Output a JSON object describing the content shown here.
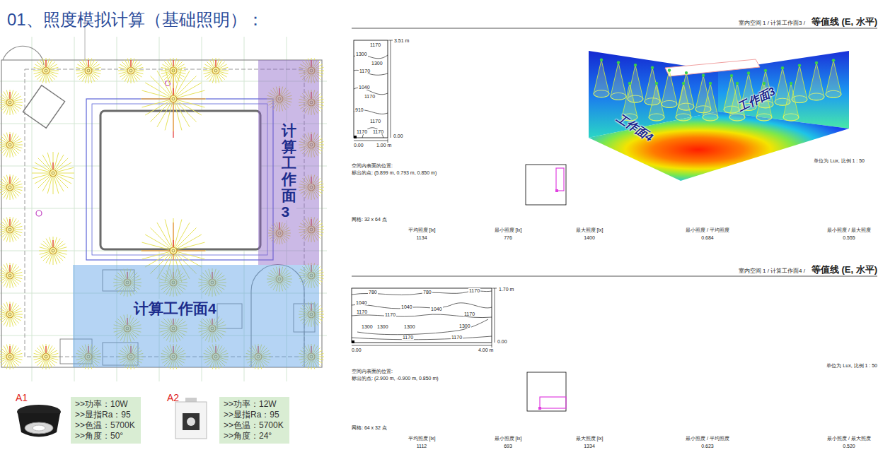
{
  "diagram": {
    "title": "01、照度模拟计算（基础照明）：",
    "nodes": [
      {
        "text": [
          "计算工作面3"
        ]
      },
      {
        "text": [
          "计算工作面4"
        ]
      },
      {
        "text": [
          "A1",
          ">>功率：10W",
          ">>显指Ra：95",
          ">>色温：5700K",
          ">>角度：50°"
        ]
      },
      {
        "text": [
          "A2",
          ">>功率：12W",
          ">>显指Ra：95",
          ">>色温：5700K",
          ">>角度：24°"
        ]
      }
    ],
    "labels": [
      "室内空间 1 / 计算工作面3 /",
      "等值线 (E, 水平)",
      "1170",
      "1300",
      "1300",
      "1170",
      "1040",
      "1170",
      "910",
      "1170",
      "1170",
      "1170",
      "3.51 m",
      "0.00",
      "0.00",
      "1.00 m",
      "空间内表面的位置:",
      "标出的点: (5.899 m, 0.793 m, 0.850 m)",
      "工作面4",
      "工作面3",
      "单位为 Lux, 比例 1 : 50",
      "网格: 32 x 64 点",
      "平均照度 [lx]",
      "1134",
      "最小照度 [lx]",
      "776",
      "最大照度 [lx]",
      "1400",
      "最小照度 / 平均照度",
      "0.684",
      "最小照度 / 最大照度",
      "0.555",
      "室内空间 1 / 计算工作面4 /",
      "等值线 (E, 水平)",
      "780",
      "780",
      "1170",
      "1040",
      "1040",
      "1040",
      "1170",
      "1170",
      "1170",
      "1300",
      "1300",
      "1300",
      "1300",
      "1170",
      "1170",
      "1.70 m",
      "0.00",
      "0.00",
      "4.00 m",
      "单位为 Lux, 比例 1 : 50",
      "空间内表面的位置:",
      "标出的点: (2.900 m, -0.900 m, 0.850 m)",
      "网格: 64 x 32 点",
      "平均照度 [lx]",
      "1112",
      "最小照度 [lx]",
      "693",
      "最大照度 [lx]",
      "1334",
      "最小照度 / 平均照度",
      "0.623",
      "最小照度 / 最大照度",
      "0.520"
    ]
  }
}
